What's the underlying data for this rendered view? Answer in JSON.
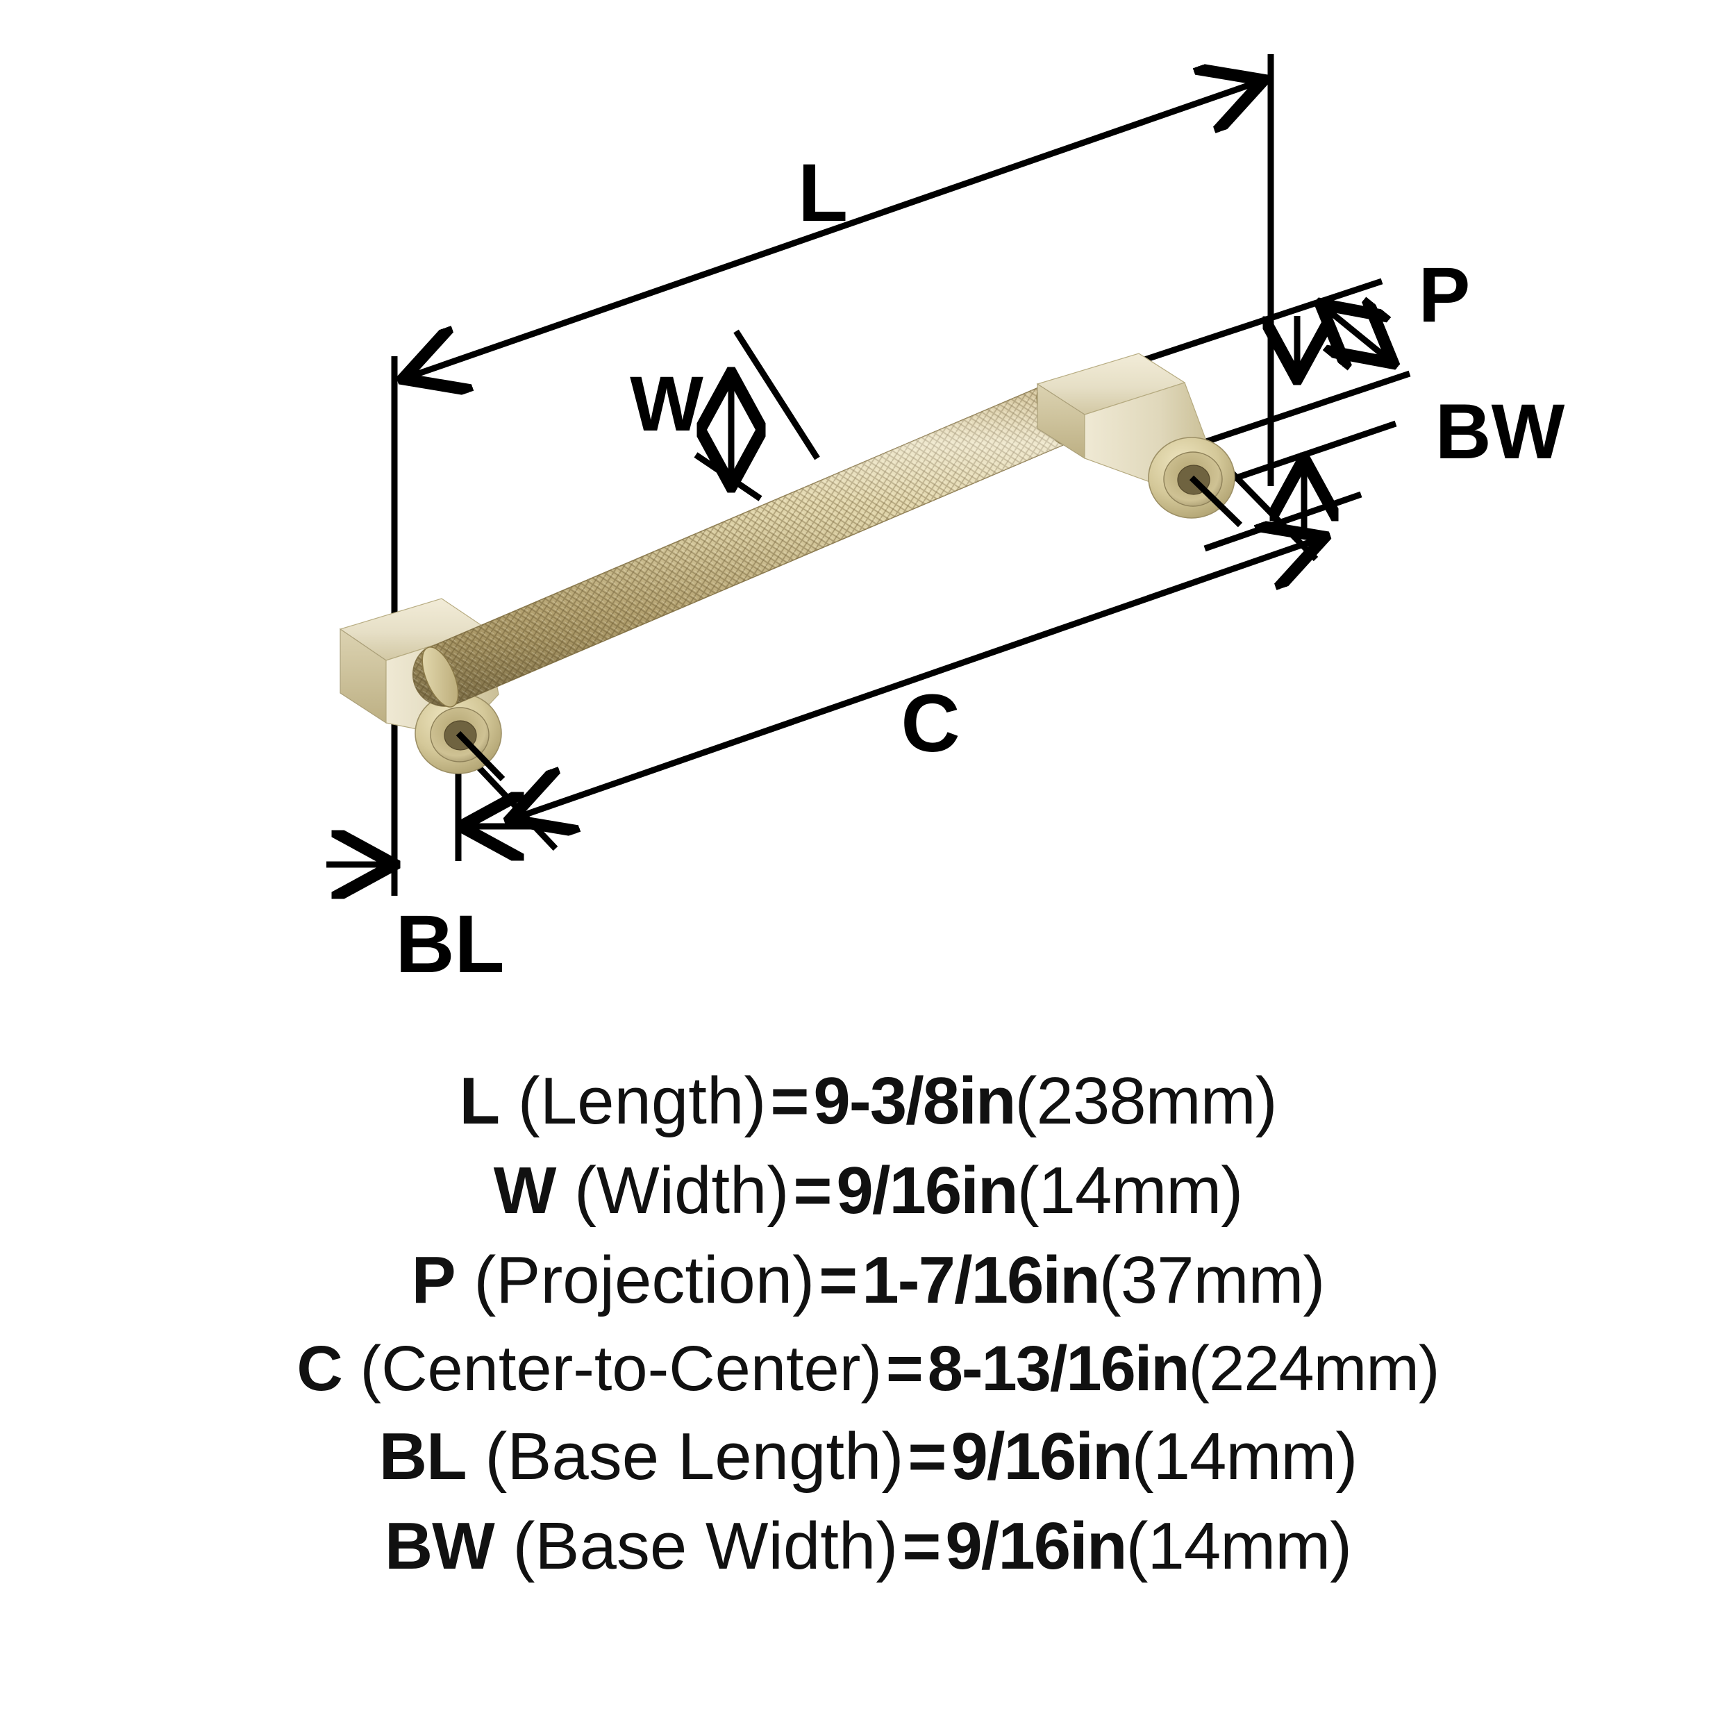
{
  "diagram": {
    "title": "Cabinet bar pull dimension diagram",
    "finish_colors": {
      "knurl_light": "#ded0a2",
      "knurl_mid": "#c9b77e",
      "knurl_dark": "#a8945f",
      "bracket_light": "#efe9d2",
      "bracket_mid": "#e2dcc2",
      "bracket_dark": "#c3b88e",
      "boss_light": "#ded3ad",
      "boss_dark": "#b0a271",
      "line": "#000000"
    },
    "callouts": [
      {
        "id": "L",
        "label": "L",
        "name": "length-callout"
      },
      {
        "id": "W",
        "label": "W",
        "name": "width-callout"
      },
      {
        "id": "P",
        "label": "P",
        "name": "projection-callout"
      },
      {
        "id": "BW",
        "label": "BW",
        "name": "base-width-callout"
      },
      {
        "id": "C",
        "label": "C",
        "name": "center-to-center-callout"
      },
      {
        "id": "BL",
        "label": "BL",
        "name": "base-length-callout"
      }
    ]
  },
  "specs": [
    {
      "code": "L",
      "name": "(Length)",
      "equals": "=",
      "imperial": "9-3/8in",
      "metric": "(238mm)"
    },
    {
      "code": "W",
      "name": "(Width)",
      "equals": "=",
      "imperial": "9/16in",
      "metric": "(14mm)"
    },
    {
      "code": "P",
      "name": "(Projection)",
      "equals": "=",
      "imperial": "1-7/16in",
      "metric": "(37mm)"
    },
    {
      "code": "C",
      "name": "(Center-to-Center)",
      "equals": "=",
      "imperial": "8-13/16in",
      "metric": "(224mm)"
    },
    {
      "code": "BL",
      "name": "(Base Length)",
      "equals": "=",
      "imperial": "9/16in",
      "metric": "(14mm)"
    },
    {
      "code": "BW",
      "name": "(Base Width)",
      "equals": "=",
      "imperial": "9/16in",
      "metric": "(14mm)"
    }
  ]
}
